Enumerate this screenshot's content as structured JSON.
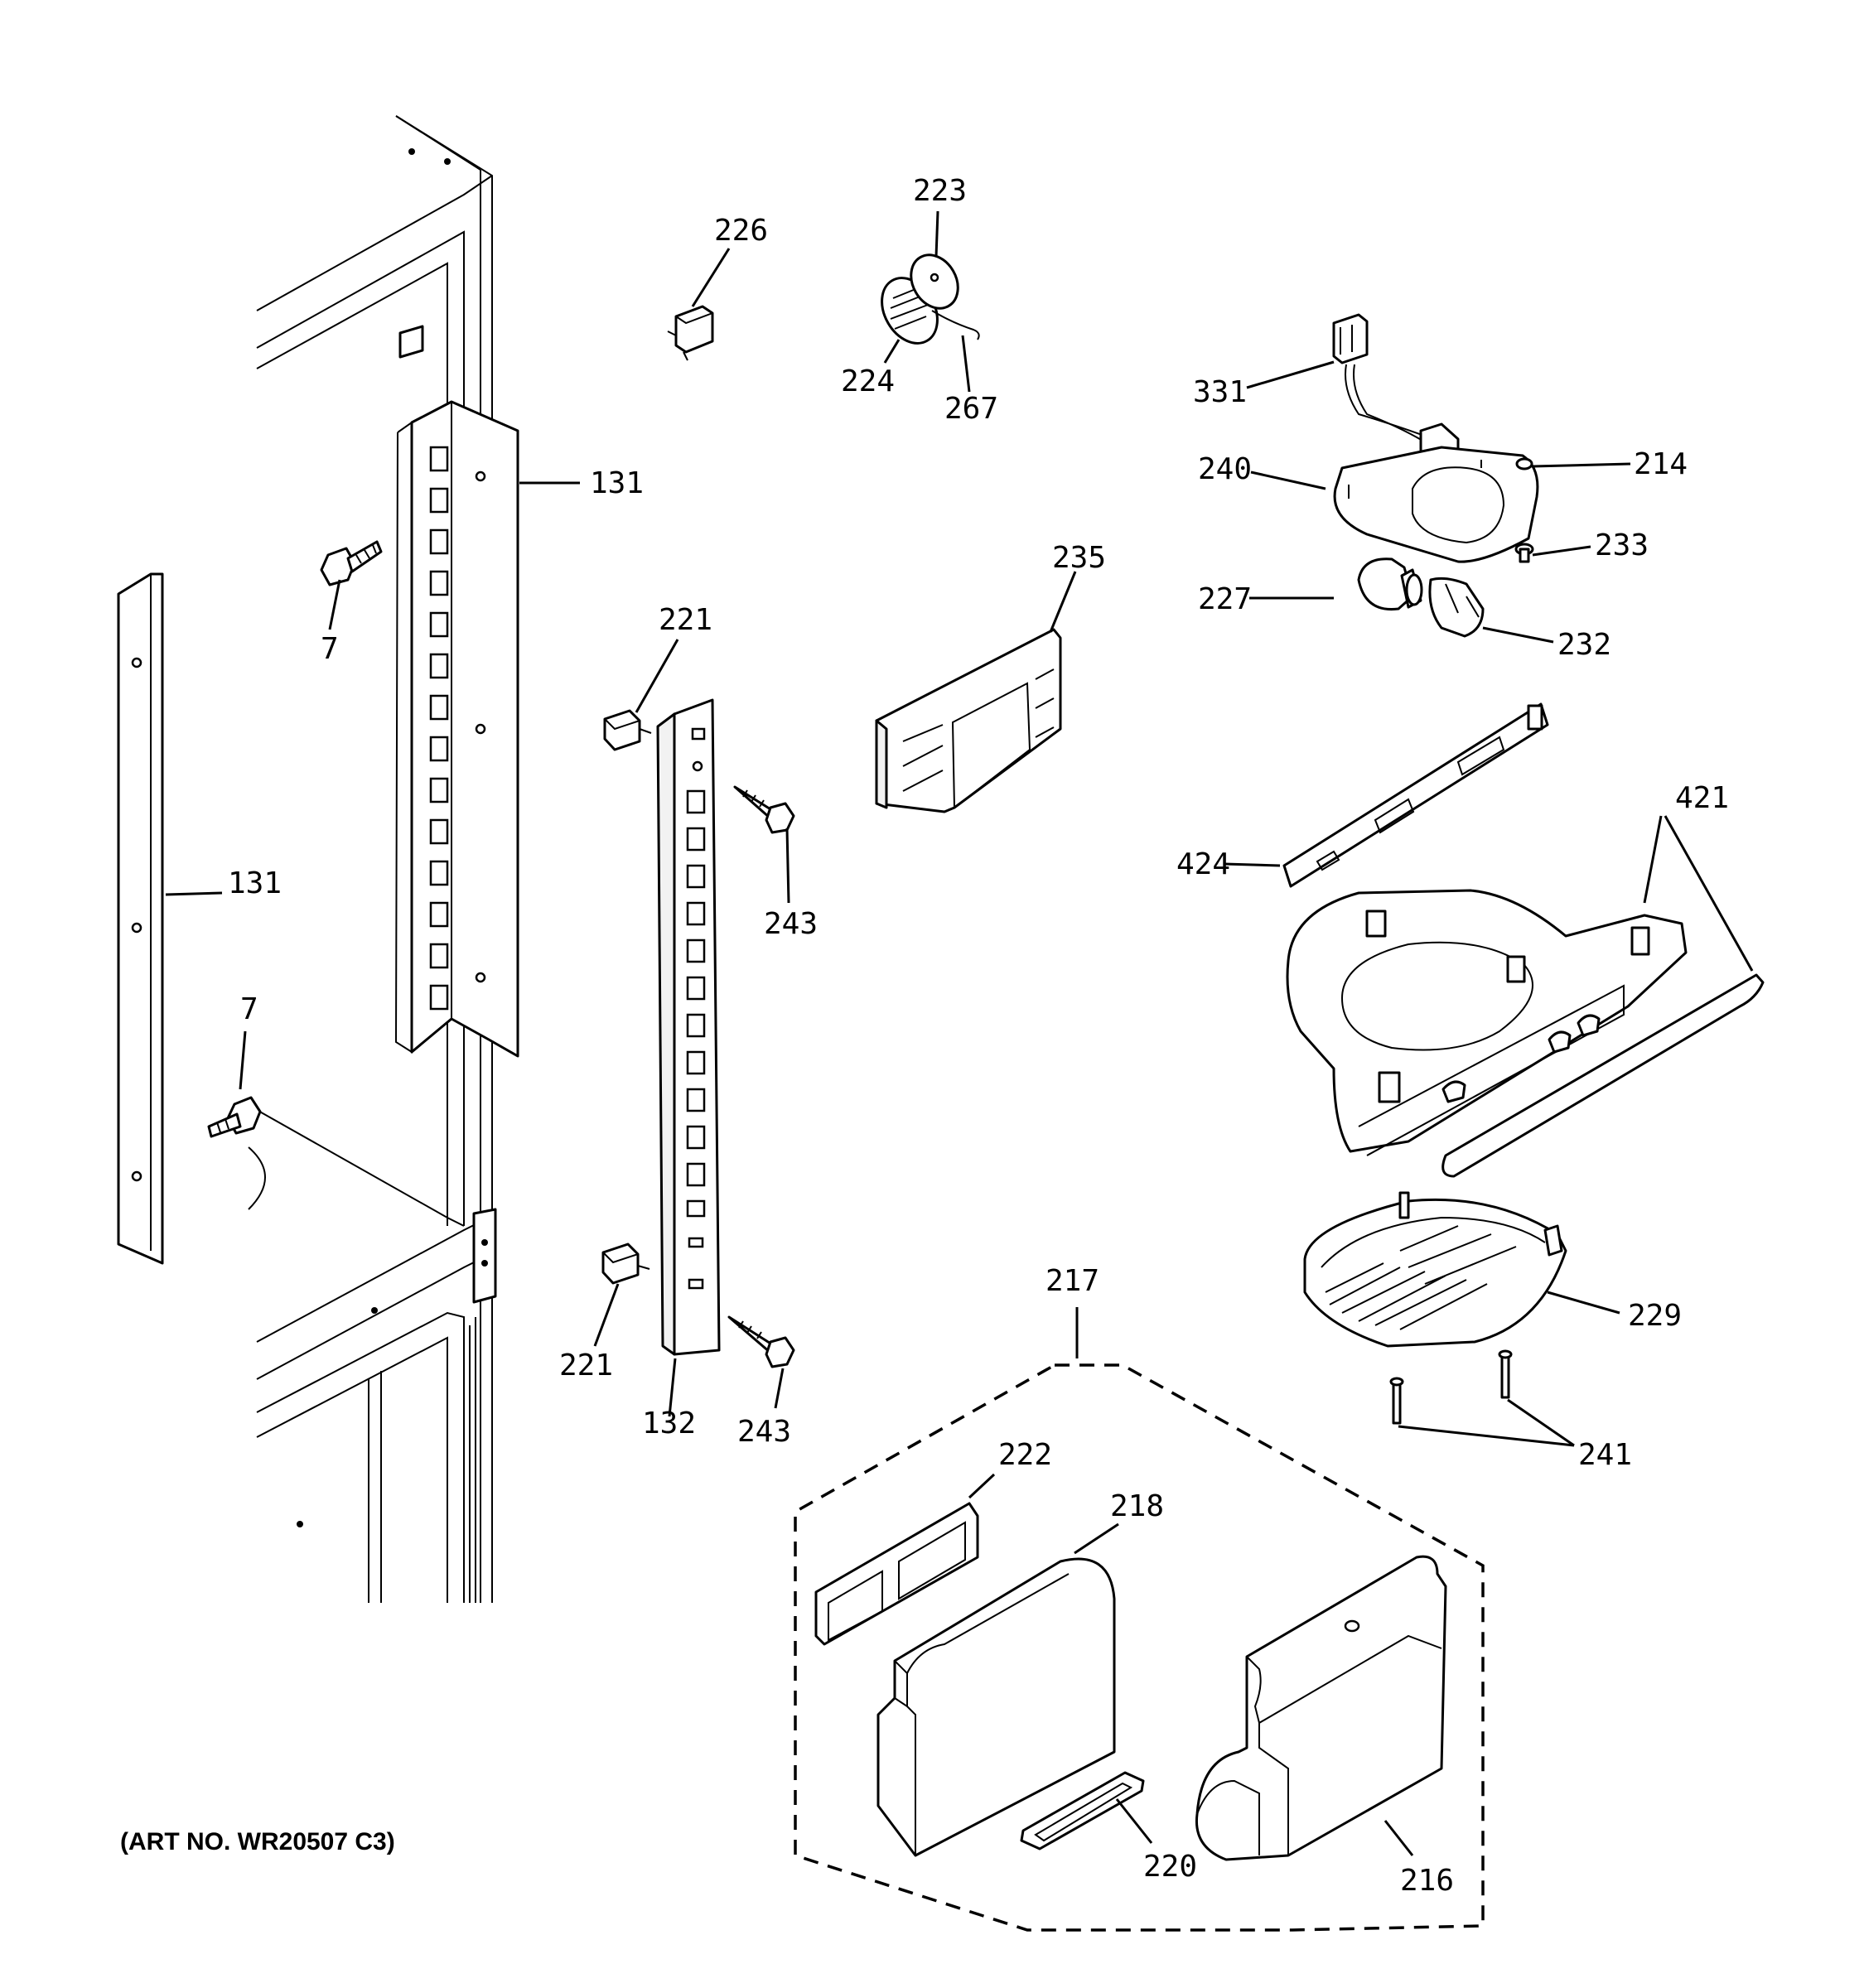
{
  "diagram": {
    "art_number": "(ART NO. WR20507 C3)",
    "labels": {
      "l131a": "131",
      "l131b": "131",
      "l7a": "7",
      "l7b": "7",
      "l226": "226",
      "l223": "223",
      "l224": "224",
      "l267": "267",
      "l331": "331",
      "l240": "240",
      "l214": "214",
      "l233": "233",
      "l227": "227",
      "l232": "232",
      "l235": "235",
      "l221a": "221",
      "l221b": "221",
      "l243a": "243",
      "l243b": "243",
      "l132": "132",
      "l424": "424",
      "l421": "421",
      "l229": "229",
      "l241": "241",
      "l217": "217",
      "l222": "222",
      "l218": "218",
      "l220": "220",
      "l216": "216"
    }
  }
}
